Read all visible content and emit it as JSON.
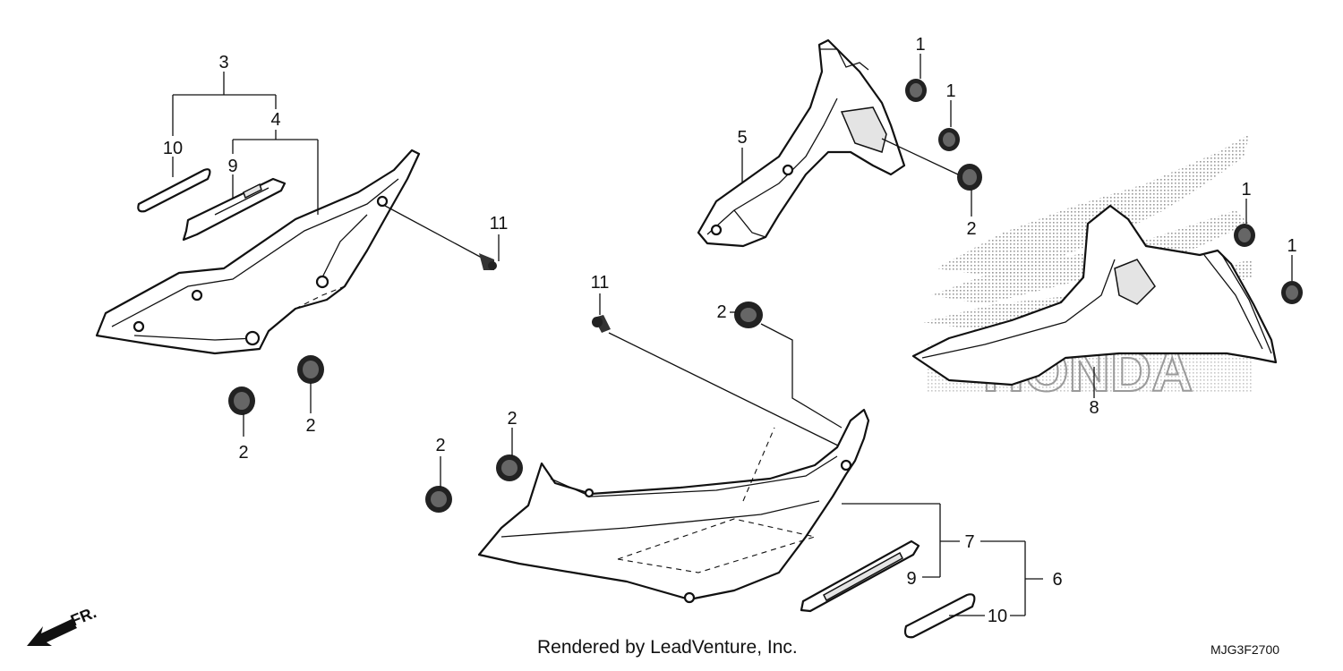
{
  "callouts": {
    "c1a": "1",
    "c1b": "1",
    "c1c": "1",
    "c1d": "1",
    "c2a": "2",
    "c2b": "2",
    "c2c": "2",
    "c2d": "2",
    "c2e": "2",
    "c2f": "2",
    "c3": "3",
    "c4": "4",
    "c5": "5",
    "c6": "6",
    "c7": "7",
    "c8": "8",
    "c9a": "9",
    "c9b": "9",
    "c10a": "10",
    "c10b": "10",
    "c11a": "11",
    "c11b": "11"
  },
  "direction_marker": "FR.",
  "watermark_text": "HONDA",
  "footer": {
    "credit": "Rendered by LeadVenture, Inc.",
    "diagram_code": "MJG3F2700"
  }
}
